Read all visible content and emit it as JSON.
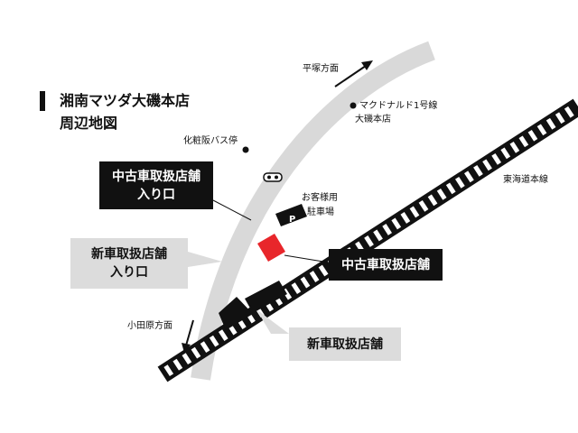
{
  "title": {
    "line1": "湘南マツダ大磯本店",
    "line2": "周辺地図"
  },
  "labels": {
    "hiratsuka": "平塚方面",
    "odawara": "小田原方面",
    "mcdonalds_line1": "マクドナルド1号線",
    "mcdonalds_line2": "大磯本店",
    "bus_stop": "化粧阪バス停",
    "parking_line1": "お客様用",
    "parking_line2": "駐車場",
    "parking_mark": "P",
    "railway": "東海道本線"
  },
  "callouts": {
    "used_entrance": {
      "line1": "中古車取扱店舗",
      "line2": "入り口"
    },
    "new_entrance": {
      "line1": "新車取扱店舗",
      "line2": "入り口"
    },
    "used_store": "中古車取扱店舗",
    "new_store": "新車取扱店舗"
  },
  "colors": {
    "road": "#d9d9d9",
    "railway": "#111111",
    "used_store_building": "#e8262b",
    "callout_dark": "#111111",
    "callout_light": "#dcdcdc"
  }
}
